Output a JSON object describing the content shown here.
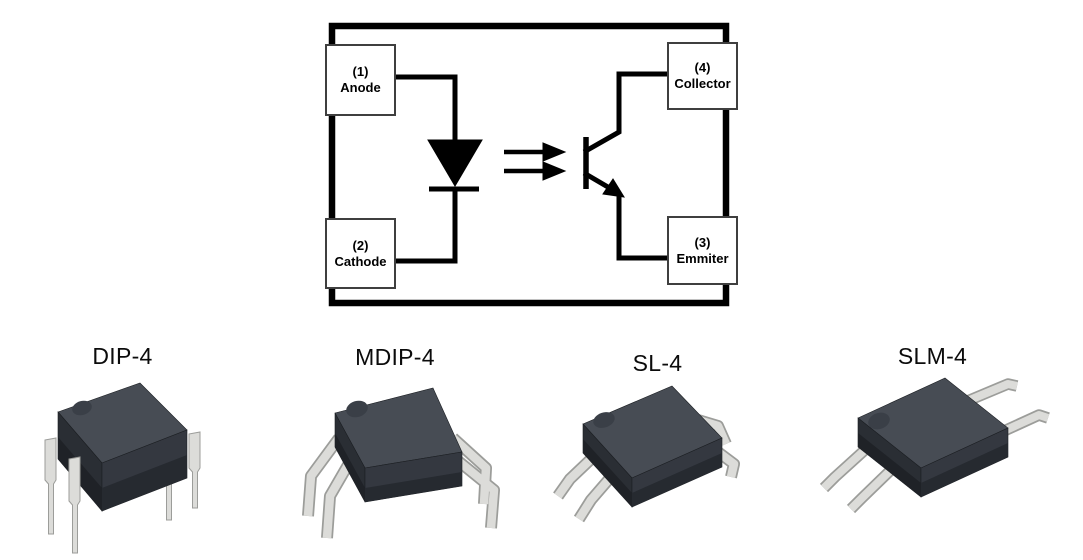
{
  "schematic": {
    "pins": [
      {
        "number": "(1)",
        "label": "Anode"
      },
      {
        "number": "(2)",
        "label": "Cathode"
      },
      {
        "number": "(4)",
        "label": "Collector"
      },
      {
        "number": "(3)",
        "label": "Emmiter"
      }
    ]
  },
  "packages": [
    {
      "label": "DIP-4"
    },
    {
      "label": "MDIP-4"
    },
    {
      "label": "SL-4"
    },
    {
      "label": "SLM-4"
    }
  ],
  "colors": {
    "line": "#000000",
    "box_border": "#3f3f3f",
    "body_top": "#474c54",
    "body_left": "#2a2e34",
    "body_right": "#343840",
    "body_lower_left": "#1f2227",
    "body_lower_right": "#262a30",
    "dimple": "#3a3f47",
    "leg_fill": "#dcdcd9",
    "leg_outline": "#9c9d9a"
  }
}
